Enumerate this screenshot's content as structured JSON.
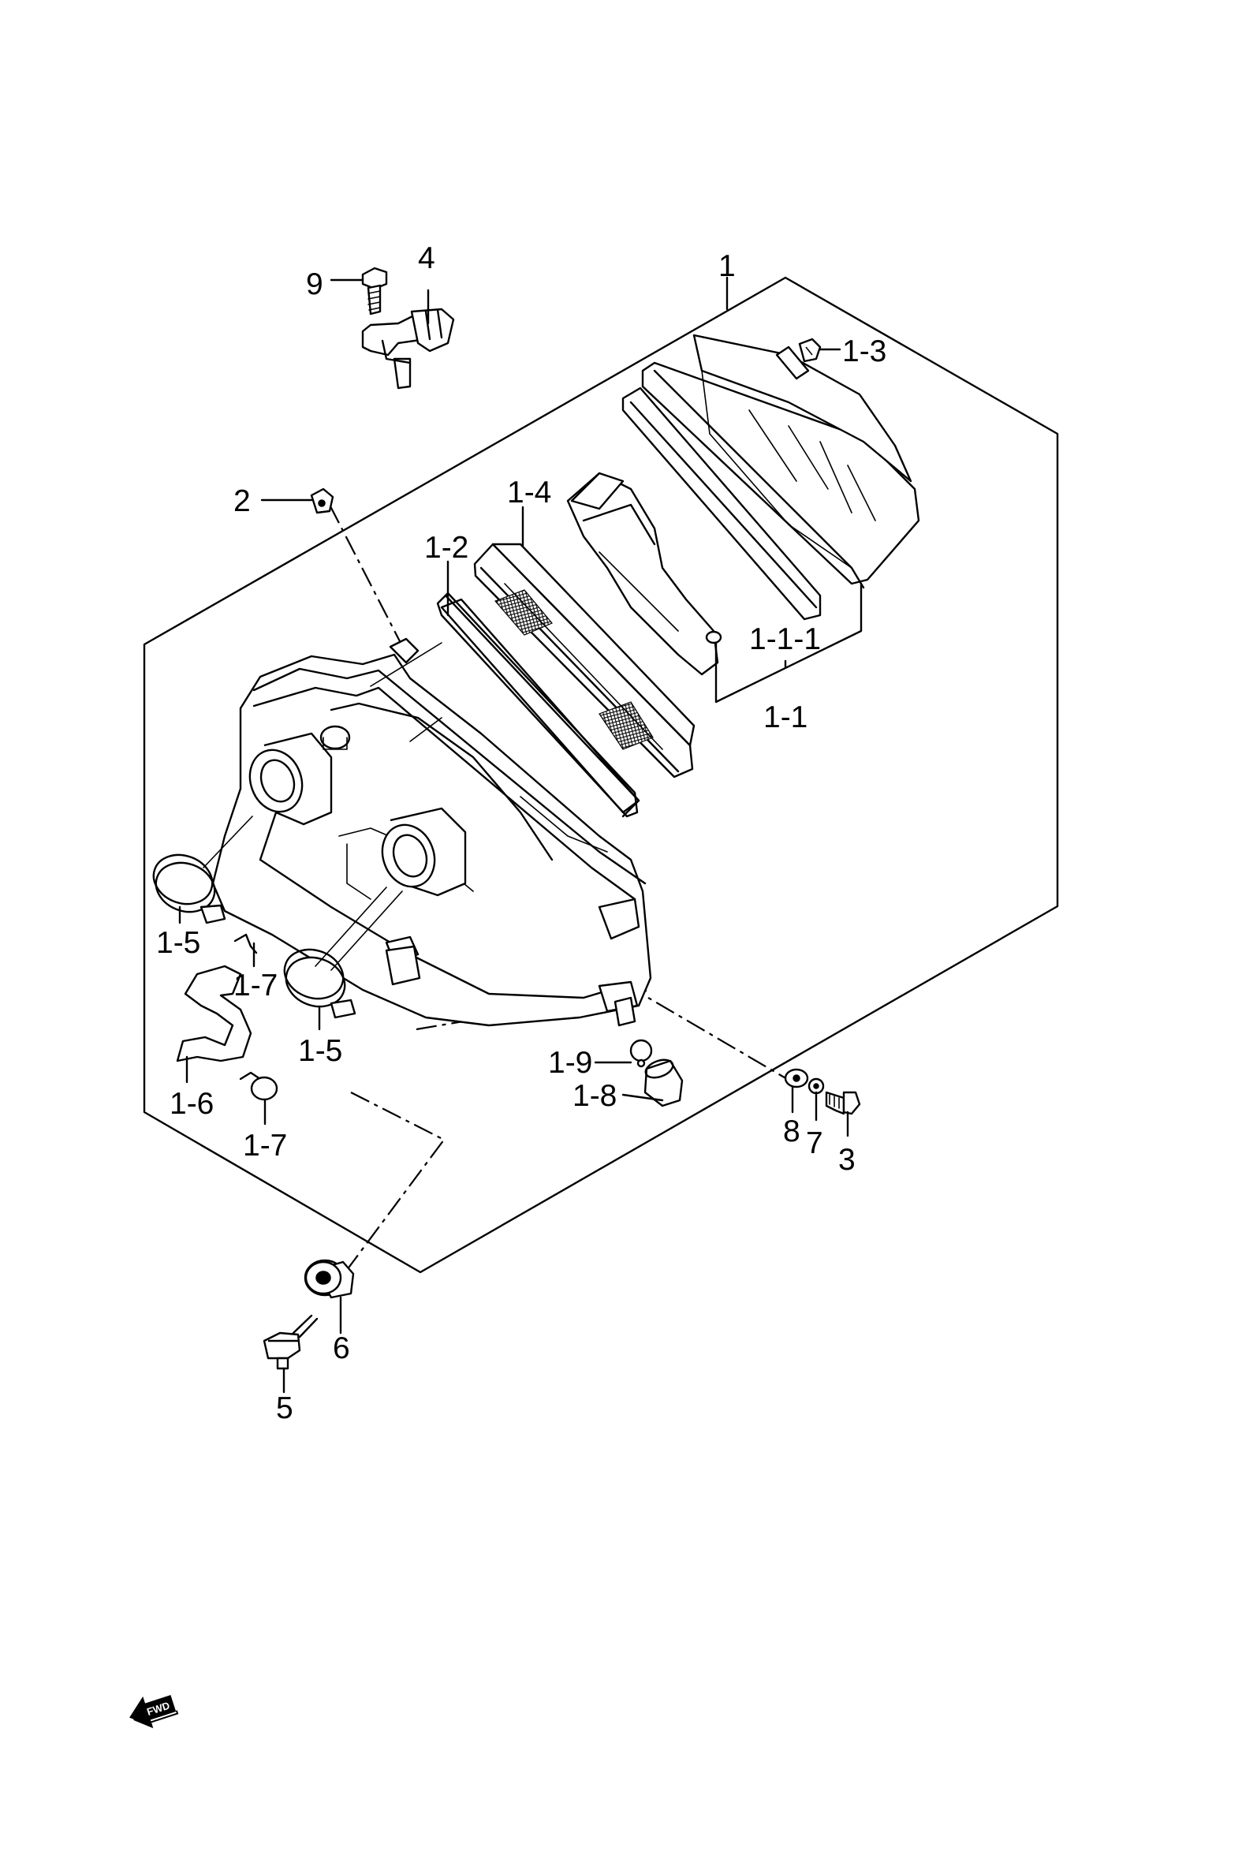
{
  "callouts": {
    "p1": "1",
    "p1_1": "1-1",
    "p1_1_1": "1-1-1",
    "p1_2": "1-2",
    "p1_3": "1-3",
    "p1_4": "1-4",
    "p1_5a": "1-5",
    "p1_5b": "1-5",
    "p1_6": "1-6",
    "p1_7a": "1-7",
    "p1_7b": "1-7",
    "p1_8": "1-8",
    "p1_9": "1-9",
    "p2": "2",
    "p3": "3",
    "p4": "4",
    "p5": "5",
    "p6": "6",
    "p7": "7",
    "p8": "8",
    "p9": "9"
  },
  "fwd_icon": {
    "label": "FWD",
    "icon": "fwd-arrow-icon"
  }
}
